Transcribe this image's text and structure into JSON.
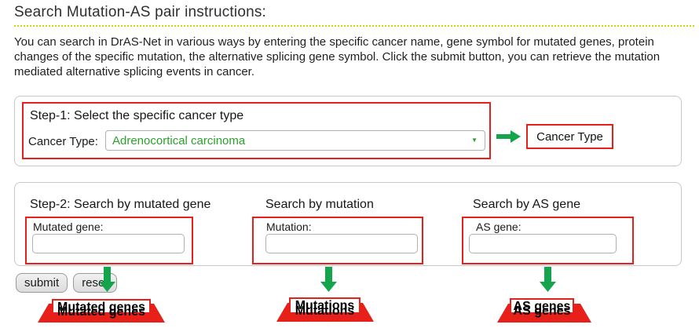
{
  "page": {
    "title": "Search Mutation-AS pair instructions:",
    "intro_lines": [
      "You can search in DrAS-Net in various ways by entering the specific cancer name, gene symbol for mutated genes, protein",
      "changes of the specific mutation, the alternative splicing gene symbol. Click the submit button, you can retrieve the mutation",
      "mediated alternative splicing events in cancer."
    ]
  },
  "step1": {
    "heading": "Step-1: Select the specific cancer type",
    "cancer_type_label": "Cancer Type:",
    "cancer_type_selected": "Adrenocortical carcinoma",
    "dropdown_caret": "▼",
    "annotation_label": "Cancer Type"
  },
  "step2": {
    "heading_mutated_gene": "Step-2: Search by mutated gene",
    "heading_mutation": "Search by mutation",
    "heading_as_gene": "Search by AS gene",
    "mutated_gene_label": "Mutated gene:",
    "mutation_label": "Mutation:",
    "as_gene_label": "AS gene:",
    "mutated_gene_value": "",
    "mutation_value": "",
    "as_gene_value": ""
  },
  "buttons": {
    "submit": "submit",
    "reset": "reset"
  },
  "bottom_annotations": {
    "mutated_genes": "Mutated genes",
    "mutations": "Mutations",
    "as_genes": "AS genes"
  },
  "colors": {
    "annotation_red": "#e8201a",
    "arrow_green": "#14a44c",
    "select_text_green": "#2ca02c",
    "dotted_divider_yellow_green": "#ccd800"
  }
}
